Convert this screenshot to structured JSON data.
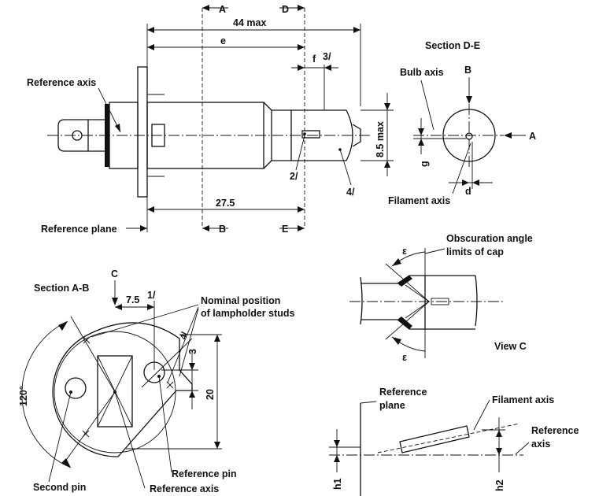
{
  "top_view": {
    "label_A": "A",
    "label_D": "D",
    "dim_44max": "44 max",
    "dim_e": "e",
    "dim_f": "f",
    "ref_3": "3/",
    "label_reference_axis": "Reference axis",
    "ref_2": "2/",
    "ref_4": "4/",
    "dim_85max": "8.5 max",
    "dim_275": "27.5",
    "label_reference_plane": "Reference plane",
    "label_B": "B",
    "label_E": "E"
  },
  "section_de": {
    "title": "Section D-E",
    "label_bulb_axis": "Bulb axis",
    "label_B": "B",
    "label_A": "A",
    "dim_g": "g",
    "dim_d": "d",
    "label_filament_axis": "Filament axis"
  },
  "section_ab": {
    "label_C": "C",
    "title": "Section A-B",
    "dim_75": "7.5",
    "ref_1": "1/",
    "label_nominal_line1": "Nominal position",
    "label_nominal_line2": "of lampholder studs",
    "ref_4": "4/",
    "dim_3": "3",
    "dim_20": "20",
    "angle_120": "120°",
    "label_second_pin": "Second pin",
    "label_reference_pin": "Reference pin",
    "label_reference_axis": "Reference axis"
  },
  "view_c": {
    "label_obscuration_line1": "Obscuration angle",
    "label_obscuration_line2": "limits of cap",
    "epsilon_top": "ε",
    "epsilon_bottom": "ε",
    "title": "View C"
  },
  "filament_view": {
    "label_reference_plane_line1": "Reference",
    "label_reference_plane_line2": "plane",
    "label_filament_axis": "Filament axis",
    "label_reference_axis_line1": "Reference",
    "label_reference_axis_line2": "axis",
    "dim_h1": "h1",
    "dim_h2": "h2"
  }
}
